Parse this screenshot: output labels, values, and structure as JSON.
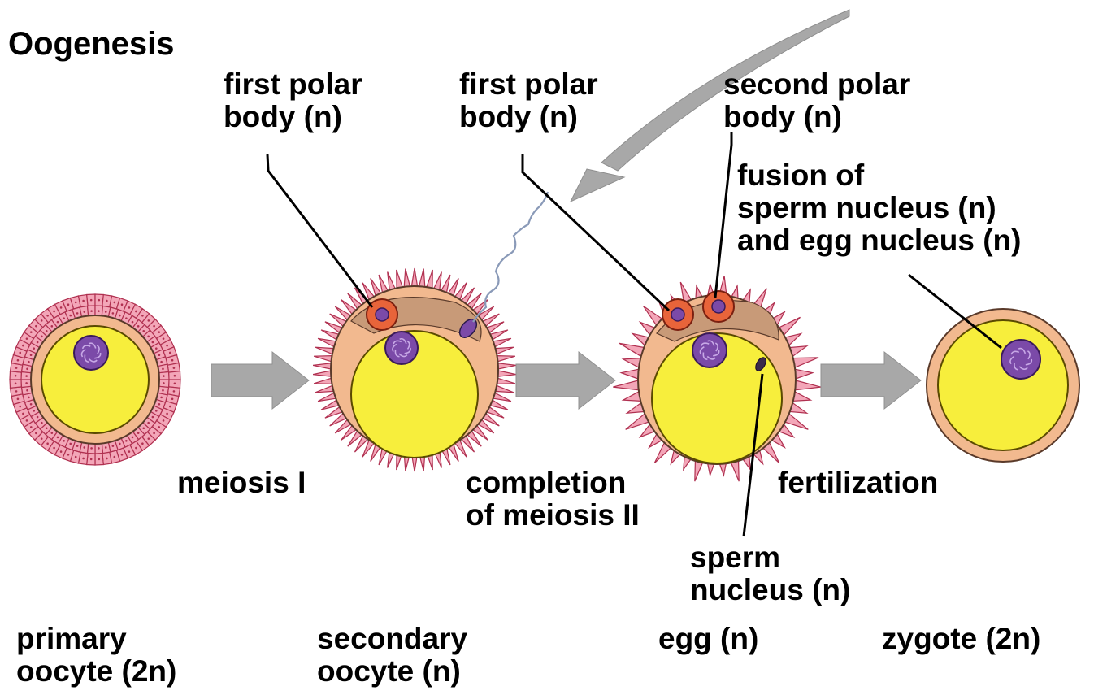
{
  "title": "Oogenesis",
  "labels": {
    "first_polar_body_1": [
      "first polar",
      "body (n)"
    ],
    "first_polar_body_2": [
      "first polar",
      "body (n)"
    ],
    "second_polar_body": [
      "second polar",
      "body (n)"
    ],
    "fusion": [
      "fusion of",
      "sperm nucleus (n)",
      "and egg nucleus (n)"
    ],
    "meiosis_1": "meiosis I",
    "completion_meiosis_2": [
      "completion",
      "of meiosis II"
    ],
    "fertilization": "fertilization",
    "sperm_nucleus": [
      "sperm",
      "nucleus (n)"
    ],
    "primary_oocyte": [
      "primary",
      "oocyte (2n)"
    ],
    "secondary_oocyte": [
      "secondary",
      "oocyte (n)"
    ],
    "egg": "egg (n)",
    "zygote": "zygote (2n)"
  },
  "colors": {
    "follicle_cell": "#f3a6b8",
    "follicle_stroke": "#b03050",
    "zona": "#f2b98f",
    "zona_stroke": "#5a3a2a",
    "cytoplasm": "#f7ee3c",
    "cytoplasm_stroke": "#5a4a00",
    "nucleus": "#7b4aa8",
    "nucleus_detail": "#c7a8e6",
    "polar_body": "#e8643a",
    "polar_body_stroke": "#7a2010",
    "arrow": "#a8a8a8",
    "leader_line": "#000000",
    "sperm_tail": "#8a9ab8"
  }
}
